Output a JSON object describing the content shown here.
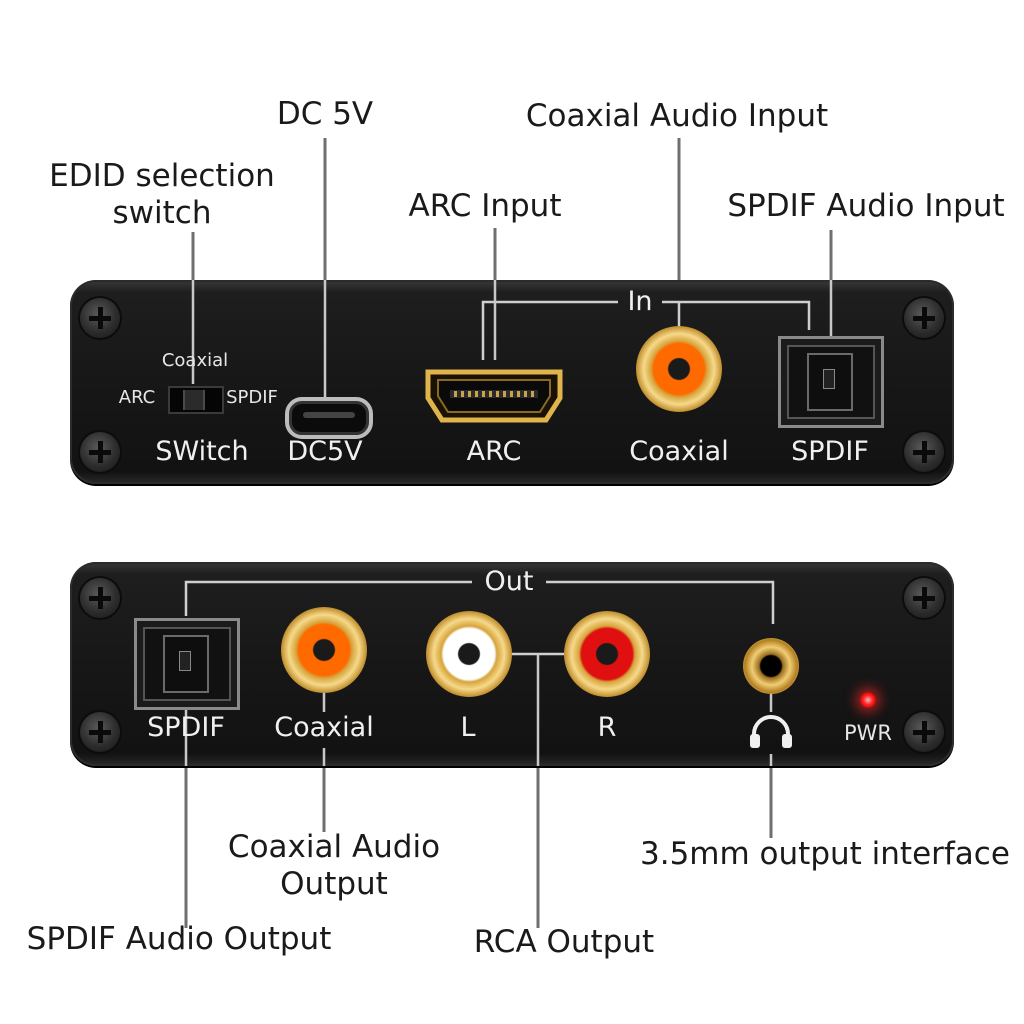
{
  "callouts": {
    "edid": "EDID selection\nswitch",
    "dc5v": "DC 5V",
    "arc_input": "ARC Input",
    "coaxial_input": "Coaxial Audio Input",
    "spdif_input": "SPDIF Audio Input",
    "coaxial_output": "Coaxial Audio\nOutput",
    "spdif_output": "SPDIF Audio Output",
    "rca_output": "RCA Output",
    "jack_output": "3.5mm output interface"
  },
  "input_panel": {
    "group_label": "In",
    "switch_top": "Coaxial",
    "switch_left": "ARC",
    "switch_right": "SPDIF",
    "switch_label": "SWitch",
    "dc_label": "DC5V",
    "arc_label": "ARC",
    "coaxial_label": "Coaxial",
    "spdif_label": "SPDIF"
  },
  "output_panel": {
    "group_label": "Out",
    "spdif_label": "SPDIF",
    "coaxial_label": "Coaxial",
    "left_label": "L",
    "right_label": "R",
    "power_label": "PWR",
    "headphone_icon": "headphone-icon"
  },
  "colors": {
    "coaxial_ring": "#ff6a00",
    "rca_left_ring": "#ffffff",
    "rca_right_ring": "#e01010",
    "led": "#ff2a2a",
    "gold": "#d4a23a"
  }
}
